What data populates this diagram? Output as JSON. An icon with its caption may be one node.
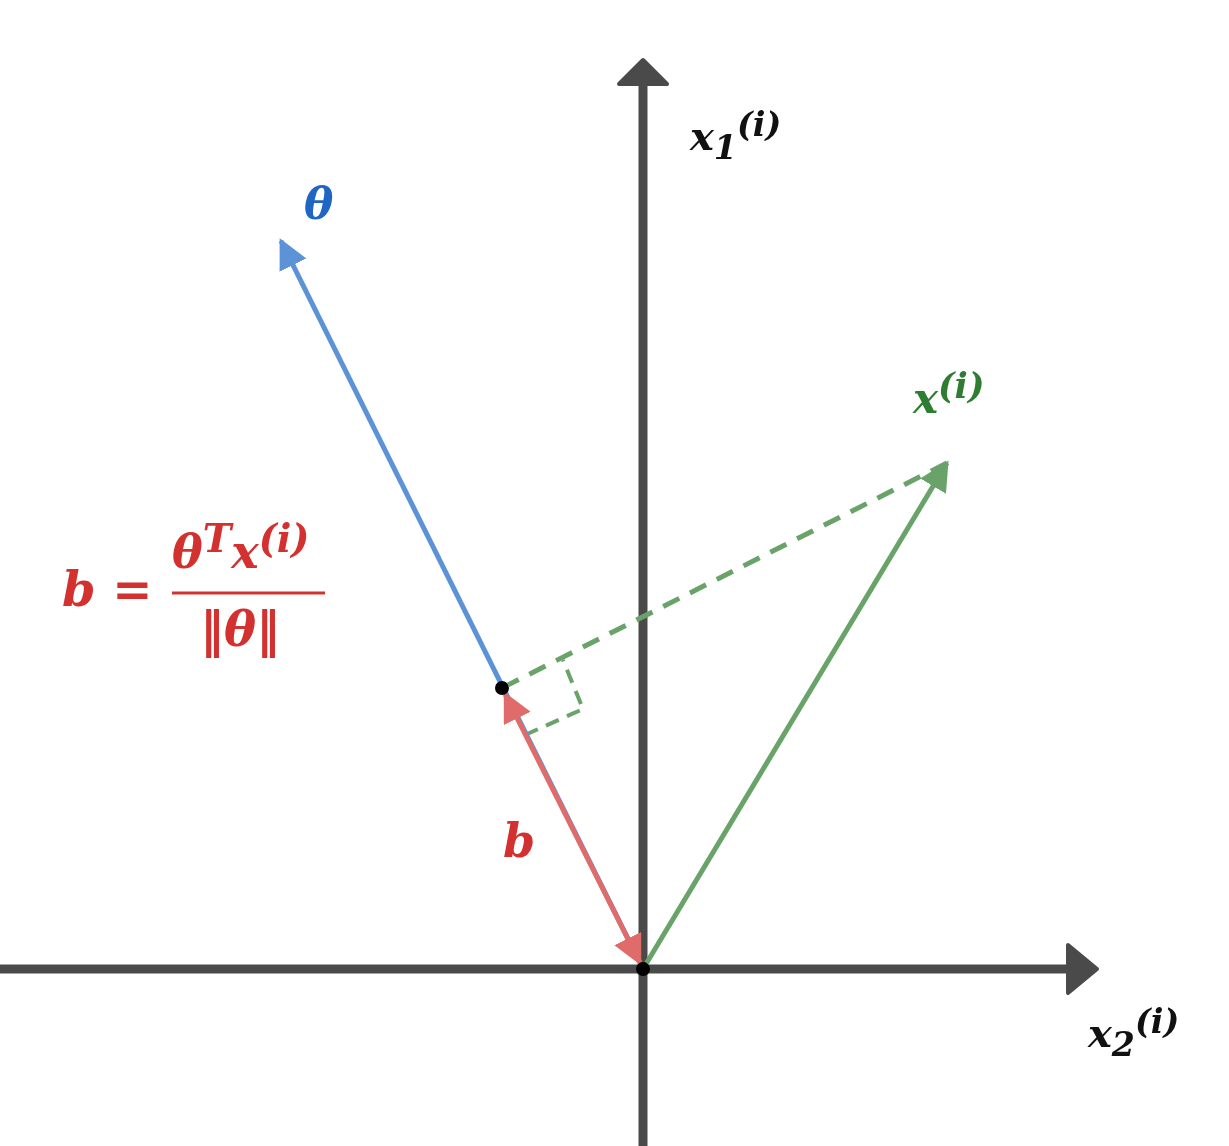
{
  "diagram": {
    "nodes": [
      {
        "text": [],
        "shape": "circle"
      },
      {
        "text": [],
        "shape": "circle"
      },
      {
        "text": [
          "θ"
        ]
      },
      {
        "text": [
          "x$^{(i)}$"
        ]
      }
    ],
    "edges": [
      {
        "from": 0,
        "to": 2,
        "arrow": "to",
        "color": "#5b93d6"
      },
      {
        "from": 0,
        "to": 1,
        "arrow": "both",
        "label": "b",
        "color": "#e06b6b"
      },
      {
        "from": 0,
        "to": 3,
        "arrow": "to",
        "color": "#6aa36a"
      },
      {
        "from": 3,
        "to": 1,
        "arrow": "none",
        "style": "dashed",
        "color": "#6aa36a"
      }
    ],
    "labels": [
      "x$_{1}$$^{(i)}$",
      "x$_{2}$$^{(i)}$",
      "b =",
      "θ$^{T}$x$^{(i)}$",
      "‖θ‖"
    ]
  }
}
